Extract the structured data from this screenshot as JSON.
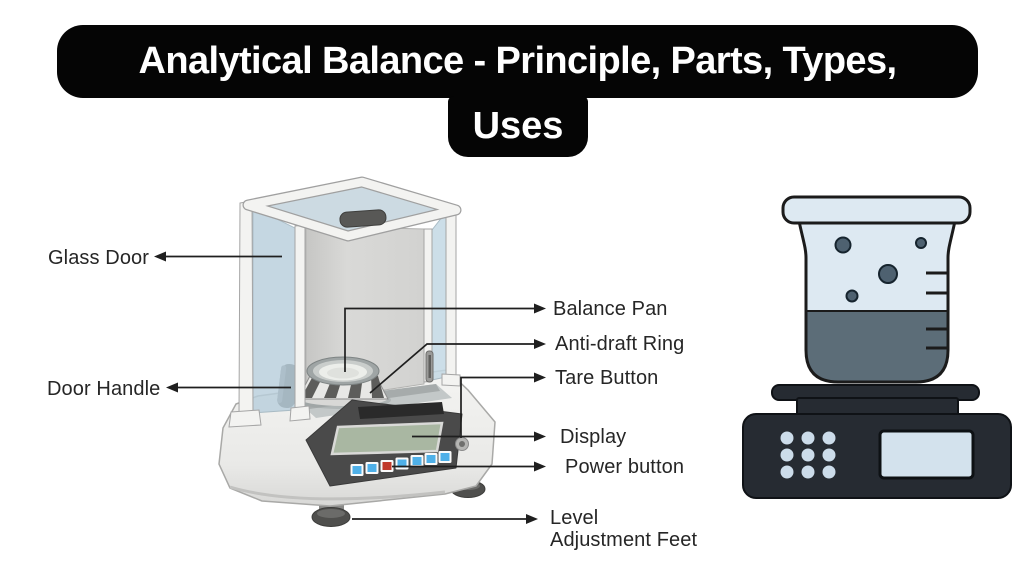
{
  "title": {
    "line1": "Analytical Balance - Principle, Parts, Types,",
    "line2": "Uses"
  },
  "diagram": {
    "labels": {
      "glass_door": "Glass Door",
      "door_handle": "Door Handle",
      "balance_pan": "Balance Pan",
      "anti_draft_ring": "Anti-draft Ring",
      "tare_button": "Tare Button",
      "display": "Display",
      "power_button": "Power button",
      "level_feet_line1": "Level",
      "level_feet_line2": "Adjustment Feet"
    }
  },
  "colors": {
    "title_bg": "#050505",
    "title_text": "#ffffff",
    "label_text": "#262626",
    "leader_line": "#1f1f1f",
    "glass_blue": "#bdd2de",
    "frame_white": "#f3f3f1",
    "base_gray": "#ececea",
    "panel_dark": "#4a4a4a",
    "lcd_green": "#a9b7a2",
    "button_blue": "#4fb0e8",
    "button_red": "#c0392b",
    "beaker_fill": "#dde9f2",
    "liquid_slate": "#5c6d78",
    "outline_black": "#1b1b1b",
    "scale_body": "#262b32",
    "scale_screen": "#d3e2ed",
    "keypad_dot": "#ccdcea"
  }
}
